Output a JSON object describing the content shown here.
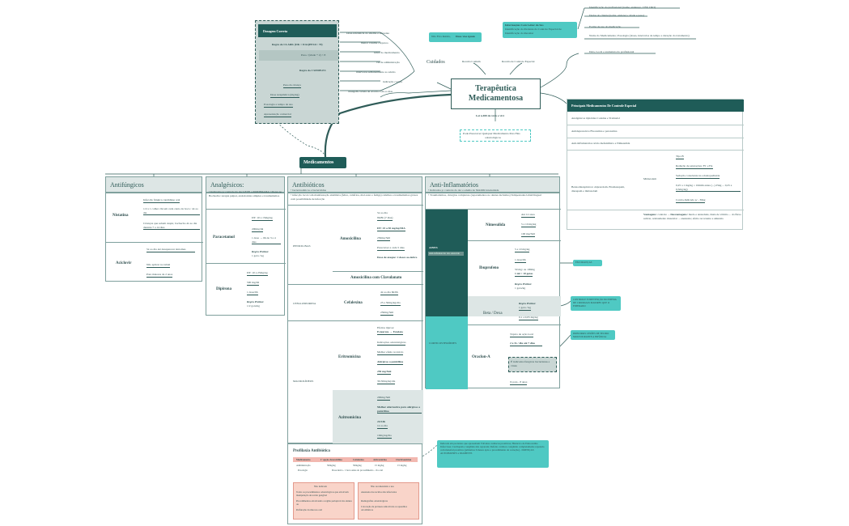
{
  "central": {
    "title1": "Terapêutica",
    "title2": "Medicamentosa",
    "sub": "Lei n.480 de xxxx e vivi",
    "note1": "Pode Prescrever Qualquer Medicamento Para Fins",
    "note2": "odontológicos"
  },
  "top": {
    "cuidados": "Cuidados",
    "receita_comum": "Receita Comum",
    "receita_especial": "Receita de Controle Especial",
    "comum_box_a": "Não Fica Retida, ",
    "comum_box_b": "Duas vias iguais",
    "especial_box_1": "Informações Com Leitor do Sus",
    "especial_box_2": "Identificação do Paciente do Controle Especial de",
    "especial_box_3": "Identificação do Receitar"
  },
  "rx": [
    "Identificação do profissional (nome, endereço, CEP, CRO)",
    "Dados do cliente (nome, endereço, idade e peso)",
    "Forma de uso do medicação",
    "Nome do Medicamento; Posologia (doses, intervalos de tempo e duração do tratamento)",
    "Data, Local e assinatura do profissional"
  ],
  "dosagem": {
    "title": "Dosagem Correta",
    "r1": "Regra de CLARK (DK = DAx(PESO / 70)",
    "r2": "Peso / (idade + 2) × 8",
    "r3": "Regra do 3 SIMPLES",
    "items": [
      "Peso da criança",
      "Dose terapêutica (mg/kg)",
      "Posologia e tempo de uso",
      "Apresentação comercial"
    ]
  },
  "cuidados_list": [
    "Dose-referência do idioma é diferente",
    "menor volume corpóreo",
    "sabor do medicamento",
    "via de administração",
    "intervalos semanalmente ao adulto",
    "indicação correta",
    "dosagem correta de acordo com os dias"
  ],
  "controle": {
    "title": "Principais Medicamentos De Controle Especial",
    "rows": [
      "Analgésicos Opióides Codeína e Tramadol",
      "Antidepressivos Fluoxetina e paroxetina",
      "Anti-Inflamatórios ácido mefenâmico e Nimesulida"
    ],
    "left": "Benzodiazepínicos: Alprazolam, Bromazepam, diazepam e midazolam",
    "midaz": "Midazolam",
    "tipos": [
      "Tipo B",
      "Redução de saturações; FC e FA",
      "Sedação consciente na odontopediatria",
      "0,25 a 1 mg/kg = 10mim antes (...) 25kg ... 0,25 a 0,5mg/kg)",
      "Contra-Indicado p/ - 30kg"
    ],
    "vantagens_a": "Vantagens: ",
    "vantagens_b": "controle ...",
    "vantagens_c": "Desvantagens:",
    "vantagens_d": "medo e ansiedade, ânsia de vômito ... do fluxo salivar, relaxamento muscular ... anestesia; efeito recorrente e amnésia"
  },
  "medicamentos": "Medicamentos",
  "antifungicos": {
    "title": "Antifúngicos",
    "nistatina": "Nistatina",
    "n_items": [
      "Infecção fúngica candidíase oral",
      "1/2 a 1 colher chá em cada canto da boca / 4x ao dia",
      "Crianças que sabem cuspir, bochecho 4x ao dia durante 7 a 14 dias"
    ],
    "aciclovir": "Aciclovir",
    "a_items": [
      "5x ao dia até desaparecer sintomas",
      "Não aplicar no labial",
      "Para maiores de 2 anos"
    ]
  },
  "analgesicos": {
    "title": "Analgésicos:",
    "desc": "• Indicados p/ controle da dor LEVE a MODERADA • Dores no Bochecha: terapia pulpar, endodontias simples e traumatismos",
    "paracetamol": "Paracetamol",
    "p_items": [
      "DT: 10 a 15mg/kg",
      "200mg/ml",
      "1 dose → 6h de 3 a 4 dias",
      "Regra Prática:",
      "1 gota / kg"
    ],
    "dipirona": "Dipirona",
    "d_items": [
      "DT: 10 a 25mg/kg",
      "500 mg/ml",
      "1 dose/6h",
      "Regra Prática:",
      "1/2 gota/kg"
    ]
  },
  "antibioticos": {
    "title": "Antibióticos",
    "desc1": "• bacteriostáticos e bactericidas",
    "desc2": "• infecção local com manifestação sistêmica (febre, calafrios, mal estar e fadiga) celulites e traumatismos graves com possibilidade de infecção",
    "penicilinas": "PENICILINAS",
    "amox": "Amoxicilina",
    "amox_items": [
      "5x ao dia",
      "8h/8h (7 dias)",
      "DT: 25 a 50 mg/kg/DIA",
      "250mg/5ml",
      "Prescrever a cada 5 dias",
      "Dose de ataque: 2 doses ao dobro"
    ],
    "clav": "Amoxicilina com Clavulanato",
    "cefa": "CEFALOSPORINA",
    "cefalexina": "Cefalexina",
    "cef_items": [
      "4x ao dia 6h/6h",
      "25 a 50mg/kg/dia",
      "250mg/5ml"
    ],
    "macro": "MACROLÍDEOS",
    "eritro": "Eritromicina",
    "eri_items": [
      "Efeitos típicos:",
      "Estearato → Estolato",
      "Indicações odontológicas",
      "Melhor efeito no início",
      "Alérgicos a penicilina",
      "250 mg/5ml",
      "30-50mg/kg/dia"
    ],
    "azitro": "Azitromicina",
    "azi_items": [
      "200mg/5ml",
      "Melhor alternativa para alérgicos a penicilina",
      "24/24h",
      "1x ao dia",
      "10mg/kg/dia"
    ]
  },
  "profilaxia": {
    "title": "Profilaxia Antibiótica",
    "headers": [
      "Medicamento",
      "1ª opção Amoxicilina",
      "Cefalexina",
      "Azitromicina",
      "Claritromicina"
    ],
    "row1": [
      "Administração",
      "50mg/kg",
      "50mg/kg",
      "15 mg/kg",
      "15 mg/kg"
    ],
    "row2a": "Posologia",
    "row2b": "Dose única - 1 hora antes do procedimento - via oral",
    "not_title": "Não indicado",
    "not_items": [
      "Todos os procedimentos odontológicos que envolvam manipulação de tecido gengival",
      "Procedimentos envolvendo a região periapical dos dentes ou",
      "Perfuração da mucosa oral"
    ],
    "yes_title": "Não recomendado a uso",
    "yes_items": [
      "Anestesia dos tecidos não infectados",
      "Radiografias odontológicas",
      "Colocação de próteses removíveis ou aparelhos ortodônticos"
    ],
    "note": "Indicada em pacientes que apresentam Válvulas cardíacas protéticas; Histórico de Endocardite Infecciosa; Cardiopatia congênita não reparada; Defeito cardíaco congênito completamente reparado com material protético (primeiros 6 meses após o procedimento de correção) - DOENÇAS AUTOIMUNES e DIABETES"
  },
  "antiinf": {
    "title": "Anti-Inflamatórios",
    "desc1": "• Indicados p/ controle da dor e edema de MAIOR intensidade",
    "desc2": "• Traumatismos, cirurgias complexas (reparamentos no dentes incluídos) Tempestades labial/lingual",
    "aines": "AINES",
    "aines_sub": "Anti-inflamatório não esteroide",
    "cortico": "CORTICOSTERÓIDES",
    "nimesulida": "Nimesulida",
    "nim_items": [
      "Até 12 anos",
      "5 a 10 mg/kg",
      "100 mg/5ml"
    ],
    "ibuprofeno": "Ibuprofeno",
    "ibu_items": [
      "5 a 10 mg/kg",
      "1 dose/6h",
      "50 mg/ ou 100mg",
      "1 ml = 10 gotas",
      "Regra Prática:",
      "1 gota/kg"
    ],
    "ibu_tag": "EM CRIANÇAS",
    "beta": "Beta / Dexa",
    "beta_items": [
      "Regra Prática:",
      "1 gota / kg",
      "0,1 a 0,05 mg/kg"
    ],
    "beta_tag": "CONTROLE E PREVENÇÃO DO EDEMA DE CIRURGIAS MAIORES QUE O ESPERADO",
    "ora": "Oraclon-A",
    "ora_items": [
      "Tópico de ação local",
      "2 a 3x / dia até 7 dias",
      "É indicados fungicas bacterianas e virais",
      "X para - 8 anos"
    ],
    "ora_tag": "PRINCIPAIS LESÕES DE TECIDO MOLE DURANTE A INFÂNCIA"
  }
}
